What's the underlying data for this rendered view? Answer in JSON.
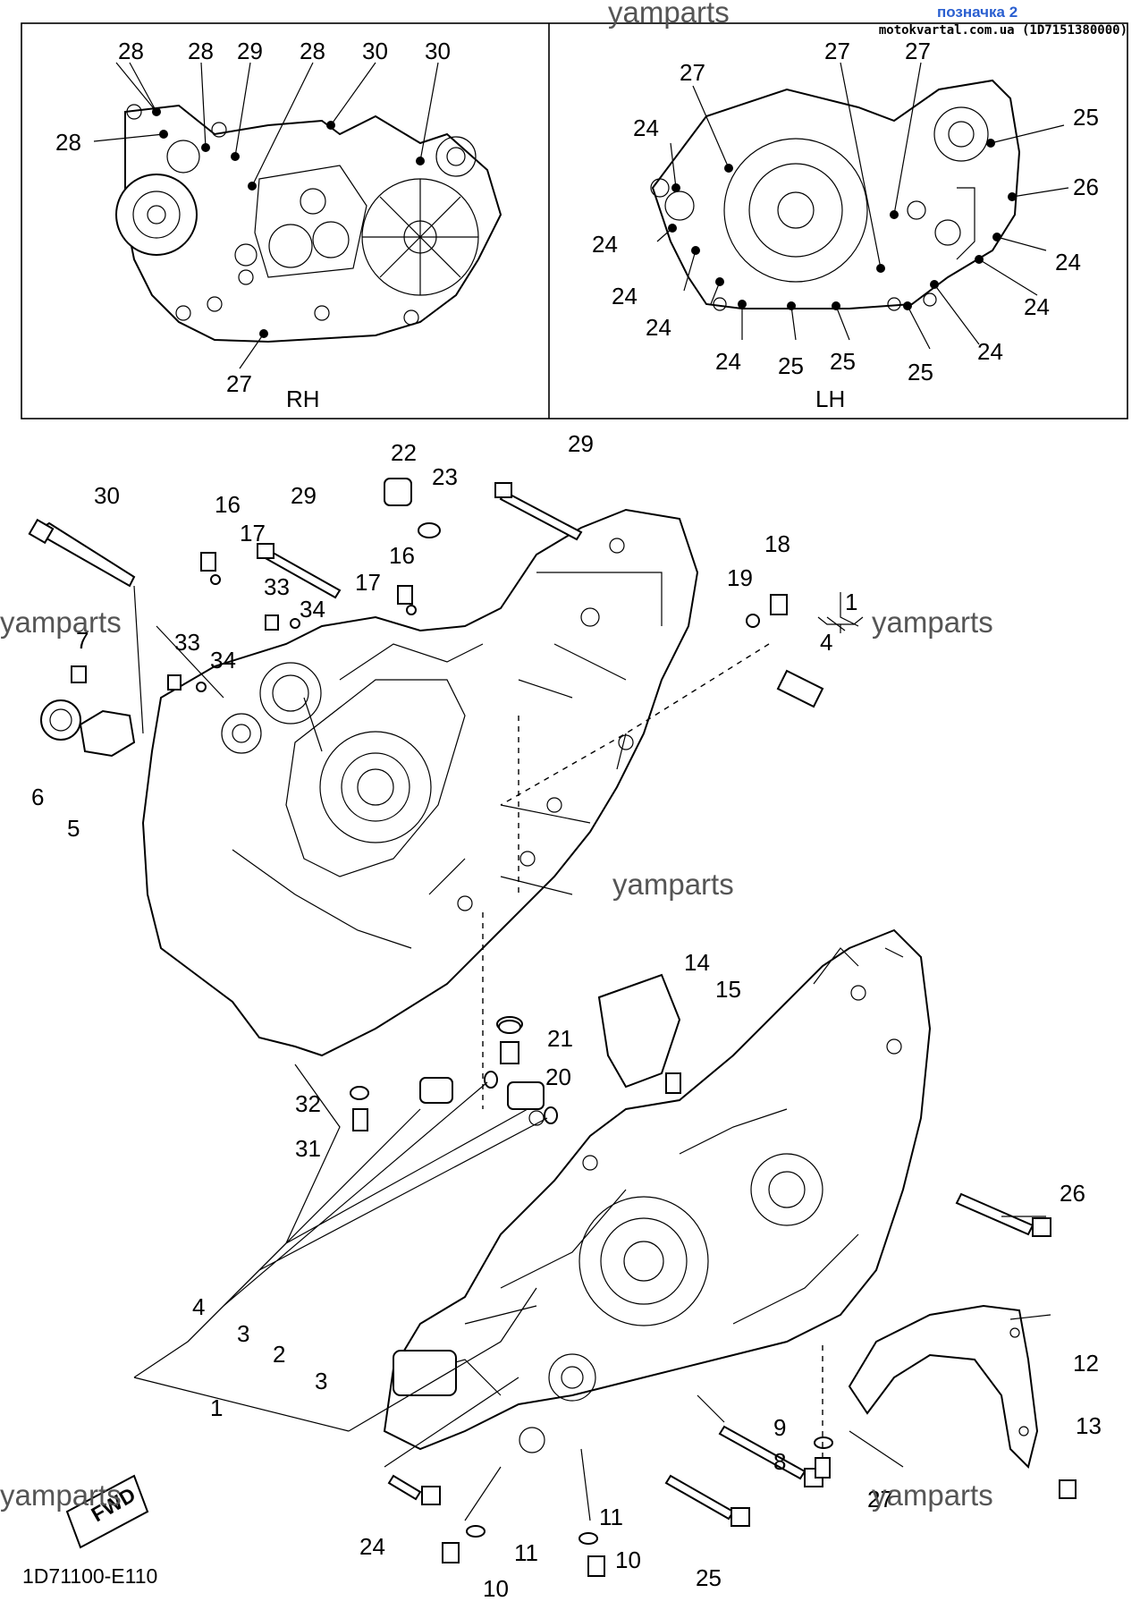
{
  "header": {
    "tag": "позначка 2",
    "source": "motokvartal.com.ua (1D7151380000)"
  },
  "watermark": "yamparts",
  "diagram_code": "1D71100-E110",
  "fwd_label": "FWD",
  "inset": {
    "rh_caption": "RH",
    "lh_caption": "LH",
    "rh_labels": [
      "28",
      "28",
      "29",
      "28",
      "30",
      "30",
      "28",
      "27"
    ],
    "lh_labels": [
      "27",
      "27",
      "27",
      "24",
      "25",
      "26",
      "24",
      "24",
      "24",
      "24",
      "24",
      "24",
      "24",
      "25",
      "25",
      "25",
      "24"
    ]
  },
  "callouts": [
    "30",
    "16",
    "17",
    "29",
    "22",
    "23",
    "29",
    "18",
    "19",
    "1",
    "4",
    "33",
    "34",
    "16",
    "17",
    "33",
    "34",
    "7",
    "6",
    "5",
    "14",
    "15",
    "21",
    "20",
    "32",
    "31",
    "26",
    "12",
    "4",
    "3",
    "2",
    "3",
    "1",
    "9",
    "8",
    "13",
    "27",
    "24",
    "11",
    "11",
    "10",
    "10",
    "25"
  ]
}
